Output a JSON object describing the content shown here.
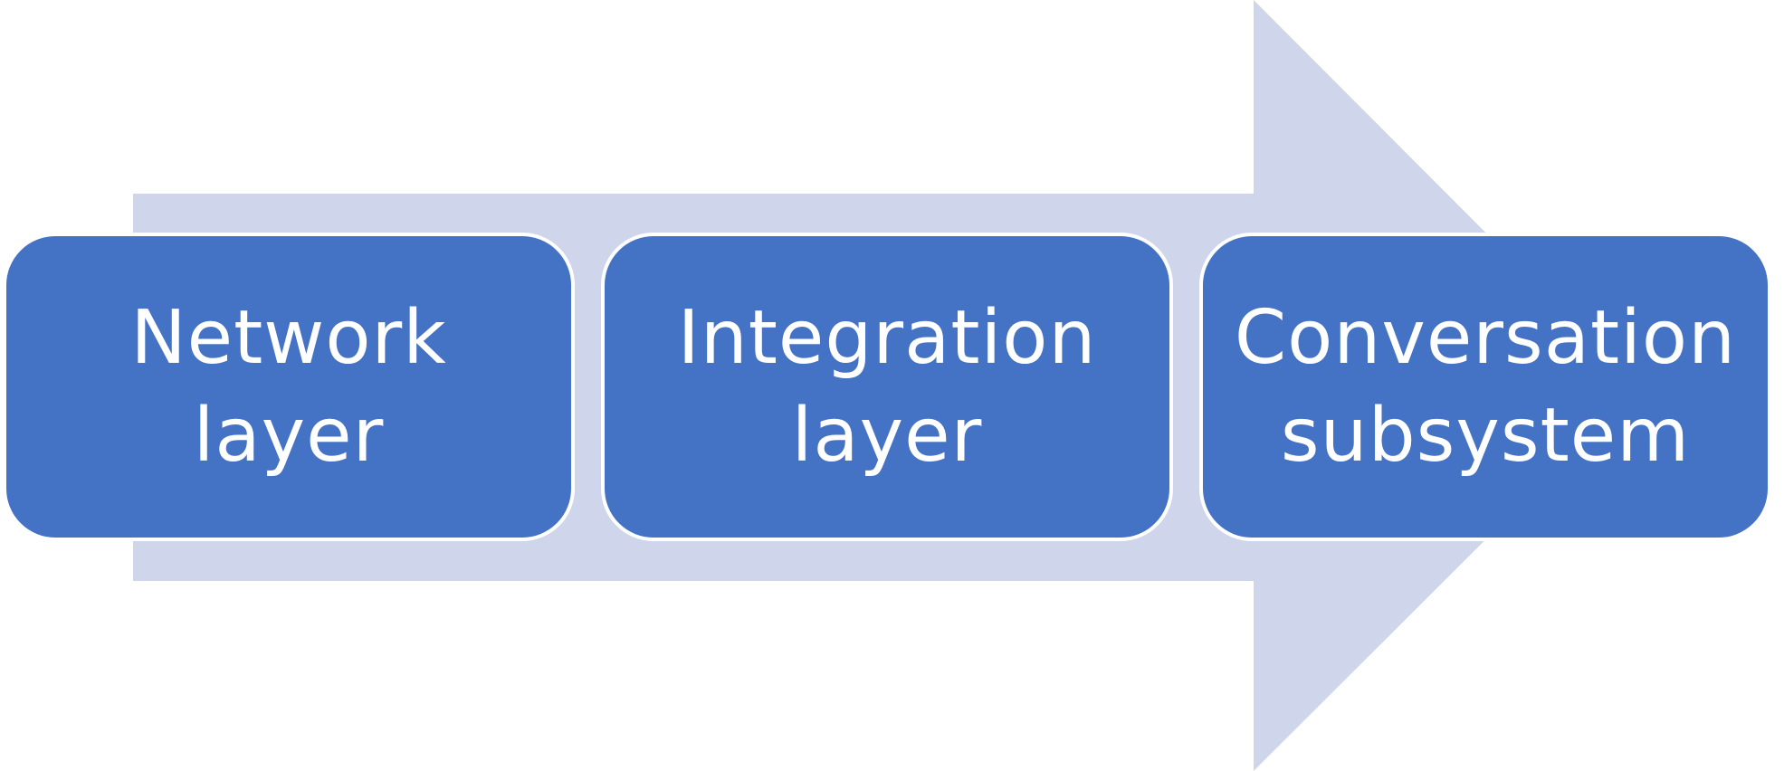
{
  "diagram": {
    "colors": {
      "arrow": "#cfd6eb",
      "box": "#4472c4",
      "box_border": "#ffffff",
      "text": "#ffffff"
    },
    "steps": [
      {
        "label": "Network\nlayer"
      },
      {
        "label": "Integration\nlayer"
      },
      {
        "label": "Conversation\nsubsystem"
      }
    ]
  }
}
